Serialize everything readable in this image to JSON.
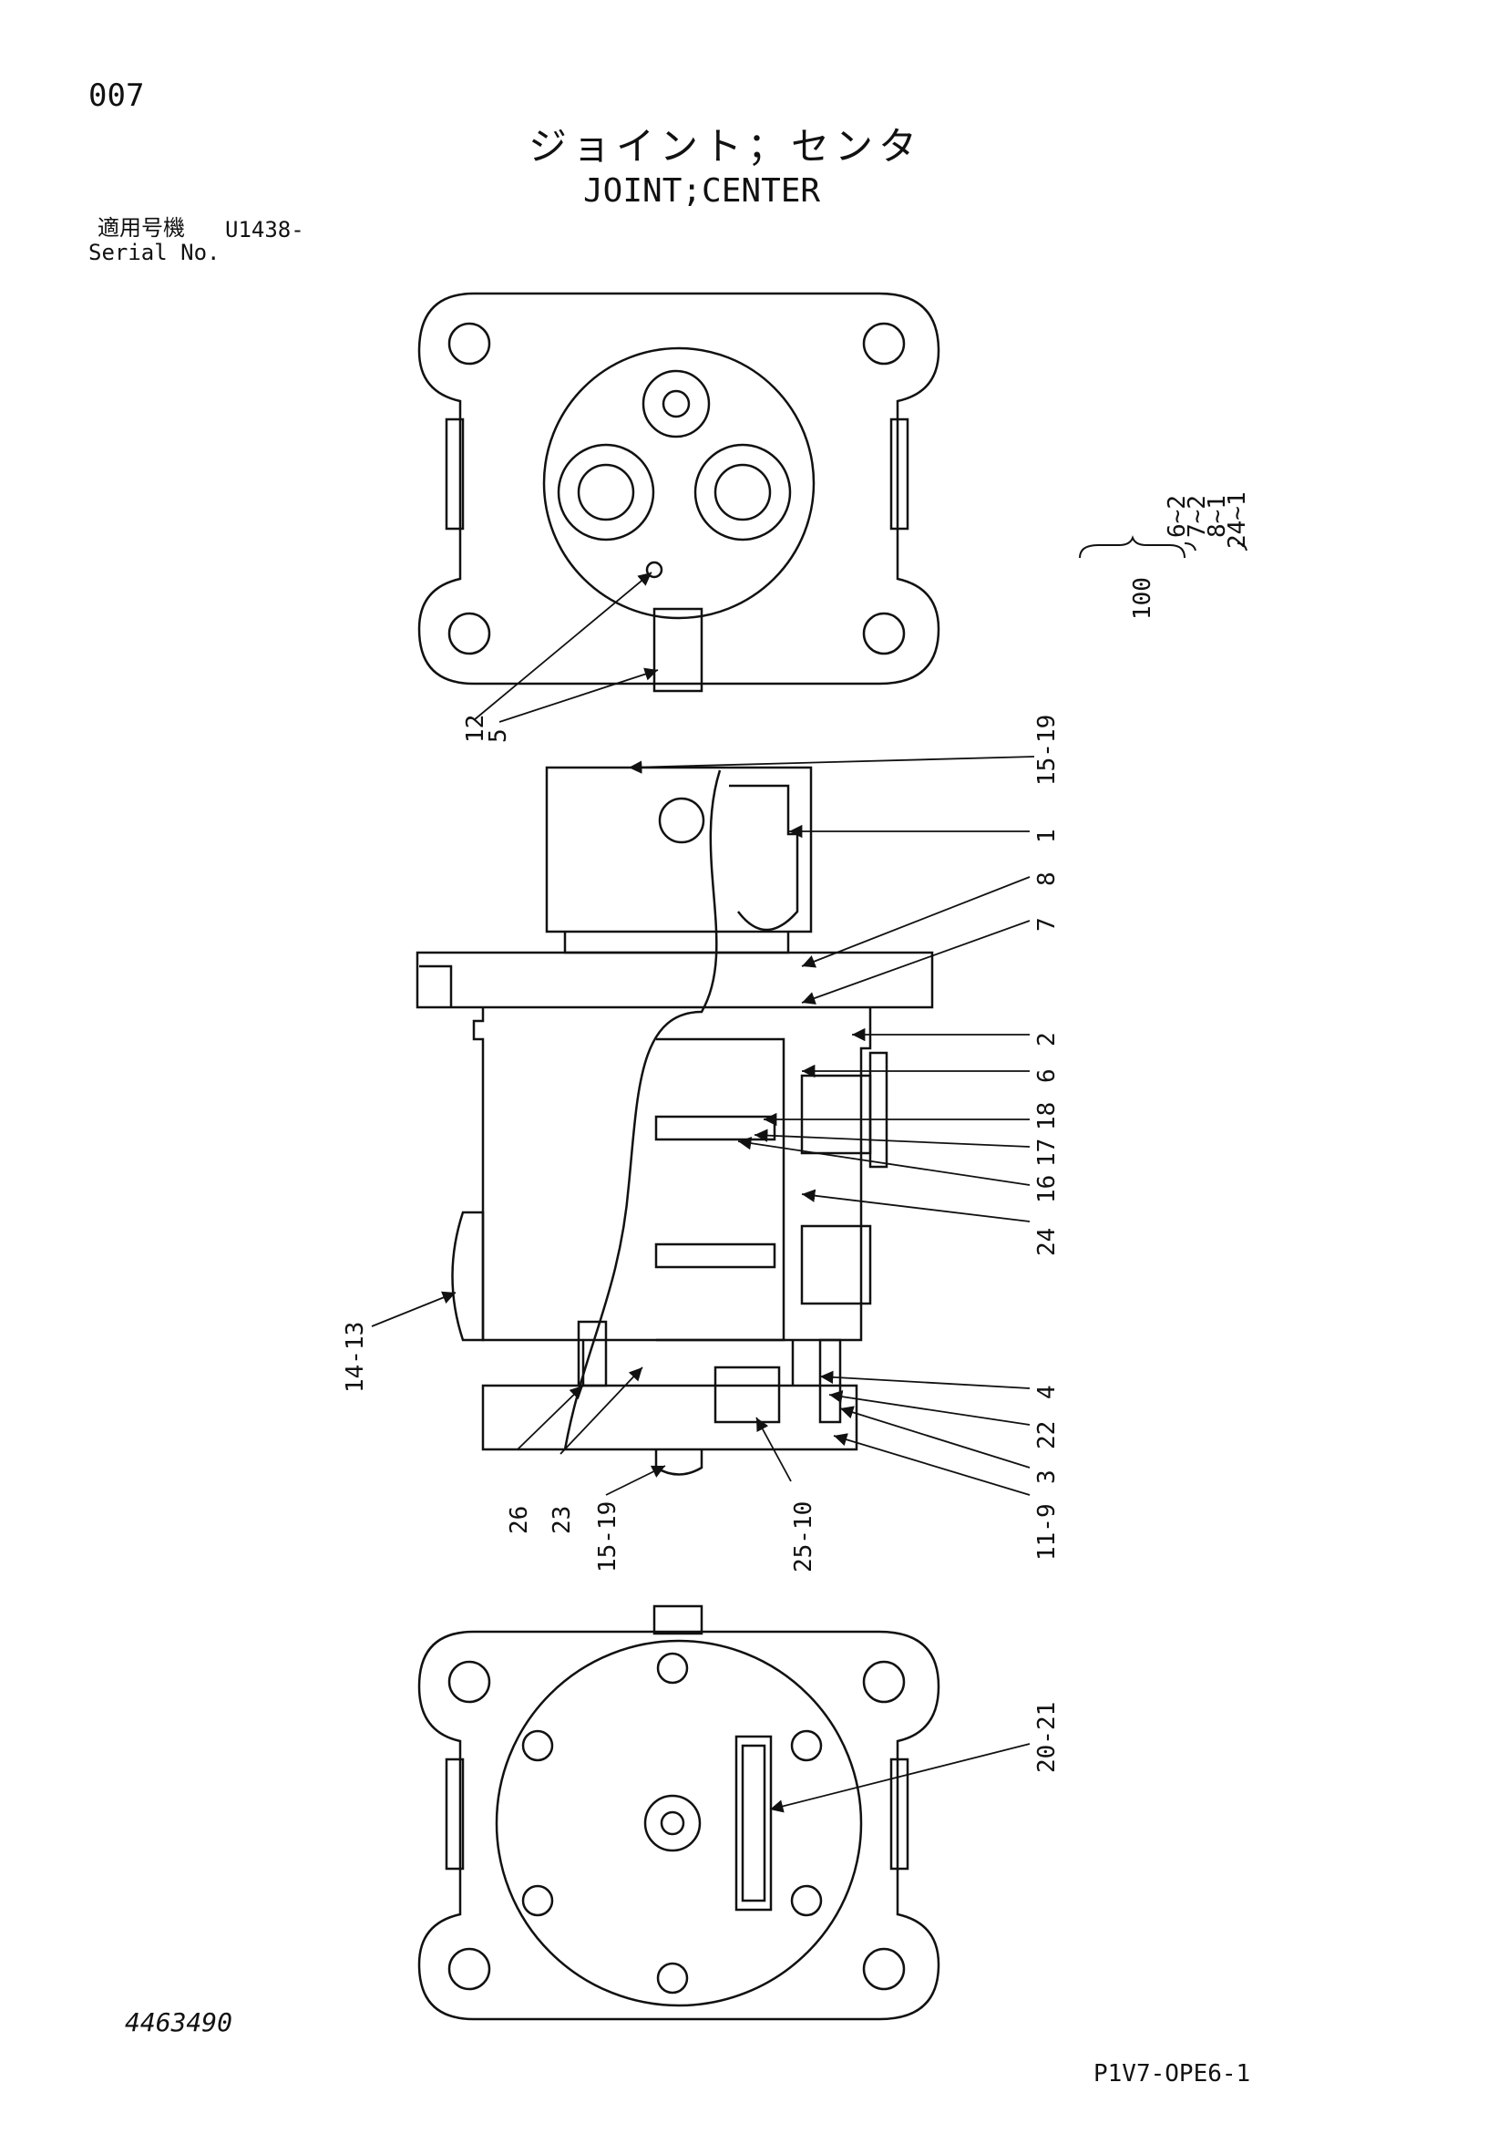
{
  "header": {
    "page_number": "007",
    "title_jp": "ジョイント；センタ",
    "title_en": "JOINT;CENTER",
    "serial_label_jp": "適用号機",
    "serial_value": "U1438-",
    "serial_label_en": "Serial No."
  },
  "footer": {
    "document_number": "4463490",
    "page_code": "P1V7-OPE6-1"
  },
  "kit": {
    "number": "100",
    "items": [
      "6~2",
      "7~2",
      "8~1",
      "24~1"
    ]
  },
  "callouts": {
    "top_view": [
      "12",
      "5"
    ],
    "right_side": [
      "15-19",
      "1",
      "8",
      "7",
      "2",
      "6",
      "18",
      "17",
      "16",
      "24",
      "4",
      "22",
      "3",
      "11-9"
    ],
    "left_side": [
      "14-13"
    ],
    "bottom_side": [
      "26",
      "23",
      "15-19",
      "25-10"
    ],
    "bottom_view": [
      "20-21"
    ]
  },
  "colors": {
    "ink": "#111111",
    "paper": "#ffffff"
  }
}
